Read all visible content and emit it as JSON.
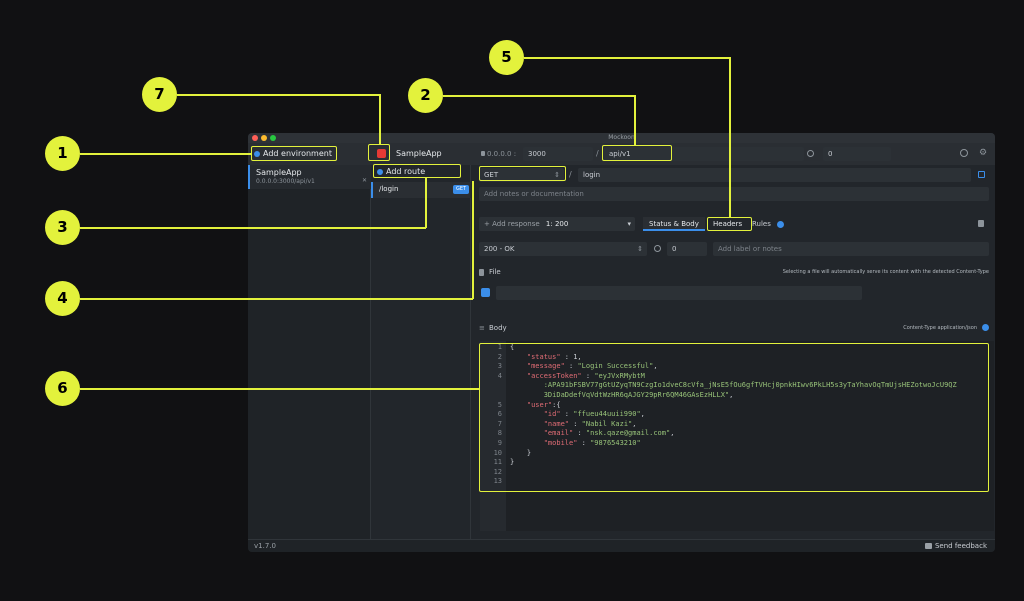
{
  "app": {
    "title": "Mockoon",
    "version": "v1.7.0",
    "feedback": "Send feedback"
  },
  "environment": {
    "add_label": "Add environment",
    "name": "SampleApp",
    "subtitle": "0.0.0.0:3000/api/v1",
    "host": "0.0.0.0 :",
    "port": "3000",
    "prefix_sep": "/",
    "prefix": "api/v1",
    "latency": "0"
  },
  "routes": {
    "add_label": "Add route",
    "items": [
      {
        "path": "/login",
        "method": "GET"
      }
    ]
  },
  "route": {
    "method": "GET",
    "sep": "/",
    "path": "login",
    "notes_placeholder": "Add notes or documentation"
  },
  "response": {
    "add_label": "+ Add response",
    "selected": "1: 200",
    "tabs": {
      "status_body": "Status & Body",
      "headers": "Headers",
      "rules": "Rules"
    },
    "status": "200 - OK",
    "latency": "0",
    "label_placeholder": "Add label or notes",
    "file_label": "File",
    "file_hint": "Selecting a file will automatically serve its content with the detected Content-Type",
    "body_label": "Body",
    "content_type": "Content-Type application/json"
  },
  "editor": {
    "line_numbers": [
      "1",
      "2",
      "3",
      "4",
      "",
      "",
      "5",
      "6",
      "7",
      "8",
      "9",
      "10",
      "11",
      "12",
      "13"
    ],
    "lines": [
      [
        {
          "t": "p",
          "v": "{"
        }
      ],
      [
        {
          "t": "p",
          "v": "    "
        },
        {
          "t": "k",
          "v": "\"status\""
        },
        {
          "t": "p",
          "v": " : 1,"
        }
      ],
      [
        {
          "t": "p",
          "v": "    "
        },
        {
          "t": "k",
          "v": "\"message\""
        },
        {
          "t": "p",
          "v": " : "
        },
        {
          "t": "s",
          "v": "\"Login Successful\""
        },
        {
          "t": "p",
          "v": ","
        }
      ],
      [
        {
          "t": "p",
          "v": "    "
        },
        {
          "t": "k",
          "v": "\"accessToken\""
        },
        {
          "t": "p",
          "v": " : "
        },
        {
          "t": "s",
          "v": "\"eyJVxRMybtM"
        }
      ],
      [
        {
          "t": "s",
          "v": "        :APA91bFSBV77gGtUZyqTN9CzgIo1dveC8cVfa_jNsE5fOu6gfTVHcj0pnkHIwv6PkLH5s3yTaYhavOqTmUjsHEZotwoJcU9QZ"
        }
      ],
      [
        {
          "t": "s",
          "v": "        3DiDaDdefVqVdtWzHR6qAJGY29pRr6QM46GAsEzHLLX\""
        },
        {
          "t": "p",
          "v": ","
        }
      ],
      [
        {
          "t": "p",
          "v": "    "
        },
        {
          "t": "k",
          "v": "\"user\""
        },
        {
          "t": "p",
          "v": ":{"
        }
      ],
      [
        {
          "t": "p",
          "v": "        "
        },
        {
          "t": "k",
          "v": "\"id\""
        },
        {
          "t": "p",
          "v": " : "
        },
        {
          "t": "s",
          "v": "\"ffueu44uuii990\""
        },
        {
          "t": "p",
          "v": ","
        }
      ],
      [
        {
          "t": "p",
          "v": "        "
        },
        {
          "t": "k",
          "v": "\"name\""
        },
        {
          "t": "p",
          "v": " : "
        },
        {
          "t": "s",
          "v": "\"Nabil Kazi\""
        },
        {
          "t": "p",
          "v": ","
        }
      ],
      [
        {
          "t": "p",
          "v": "        "
        },
        {
          "t": "k",
          "v": "\"email\""
        },
        {
          "t": "p",
          "v": " : "
        },
        {
          "t": "s",
          "v": "\"nsk.qaze@gmail.com\""
        },
        {
          "t": "p",
          "v": ","
        }
      ],
      [
        {
          "t": "p",
          "v": "        "
        },
        {
          "t": "k",
          "v": "\"mobile\""
        },
        {
          "t": "p",
          "v": " : "
        },
        {
          "t": "s",
          "v": "\"9876543210\""
        }
      ],
      [
        {
          "t": "p",
          "v": "    }"
        }
      ],
      [
        {
          "t": "p",
          "v": "}"
        }
      ],
      [
        {
          "t": "p",
          "v": ""
        }
      ],
      [
        {
          "t": "p",
          "v": ""
        }
      ]
    ]
  },
  "callouts": [
    "1",
    "2",
    "3",
    "4",
    "5",
    "6",
    "7"
  ],
  "colors": {
    "highlight": "#e3f23c",
    "accent": "#3b8eea",
    "stop_button": "#e53935",
    "key": "#e06c75",
    "string": "#98c379"
  },
  "icons": [
    "stop-icon",
    "history-icon",
    "gear-icon",
    "clock-icon",
    "external-link-icon",
    "trash-icon",
    "file-icon",
    "body-icon",
    "info-icon",
    "chat-icon",
    "delete-env-icon"
  ]
}
